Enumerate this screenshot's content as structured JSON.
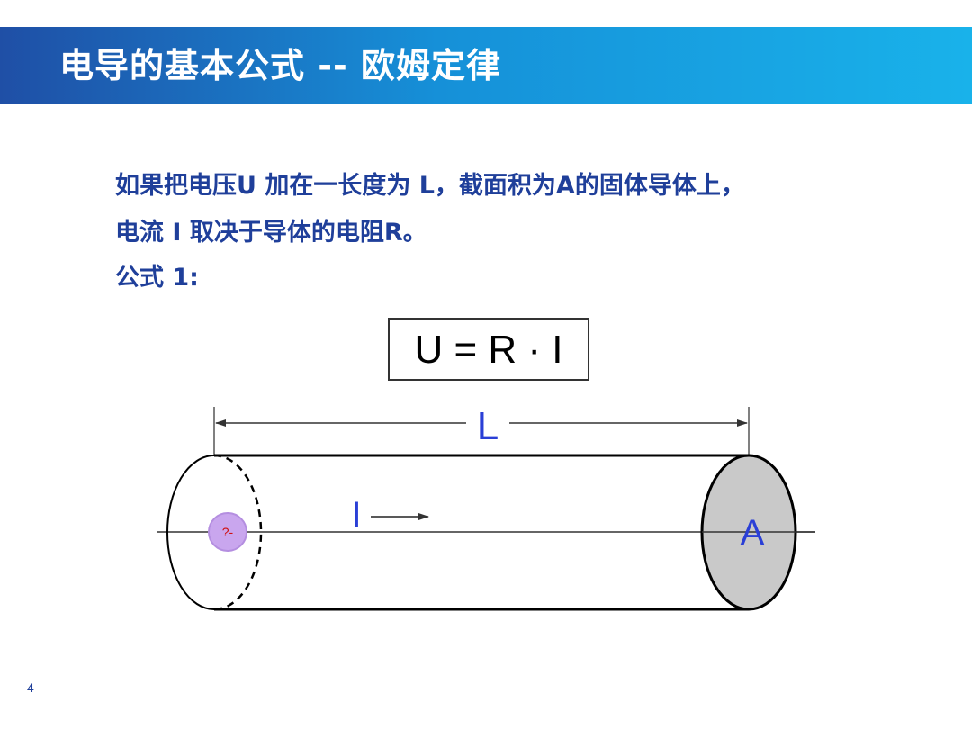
{
  "slide": {
    "title": "电导的基本公式 -- 欧姆定律",
    "lines": [
      "如果把电压U 加在一长度为 L，截面积为A的固体导体上，",
      "电流 I 取决于导体的电阻R。",
      "公式 1:"
    ],
    "formula": "U = R · I",
    "page_number": "4"
  },
  "diagram": {
    "length_label": "L",
    "current_label": "I",
    "area_label": "A",
    "particle_label": "?-",
    "colors": {
      "label_blue": "#2a3fd6",
      "end_fill": "#c9c9c9",
      "particle_fill": "#c9a6ee",
      "particle_text": "#d01010"
    }
  }
}
